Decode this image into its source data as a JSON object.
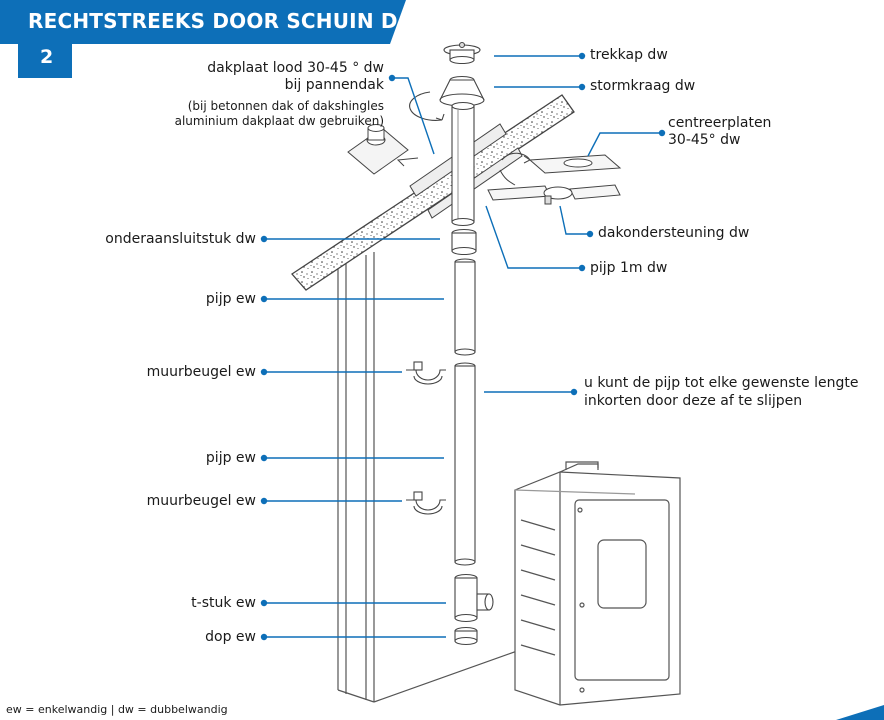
{
  "header": {
    "title": "RECHTSTREEKS DOOR SCHUIN DAK",
    "step": "2"
  },
  "labels": {
    "trekkap": "trekkap dw",
    "stormkraag": "stormkraag dw",
    "centreerplaten_1": "centreerplaten",
    "centreerplaten_2": "30-45° dw",
    "dakondersteuning": "dakondersteuning dw",
    "pijp1m": "pijp 1m dw",
    "dakplaat_1": "dakplaat lood 30-45 ° dw",
    "dakplaat_2": "bij pannendak",
    "dakplaat_note_1": "(bij betonnen dak of dakshingles",
    "dakplaat_note_2": "aluminium dakplaat dw gebruiken)",
    "onderaansluitstuk": "onderaansluitstuk dw",
    "pijp_ew_1": "pijp ew",
    "muurbeugel_1": "muurbeugel ew",
    "pijp_ew_2": "pijp ew",
    "muurbeugel_2": "muurbeugel ew",
    "tstuk": "t-stuk ew",
    "dop": "dop ew",
    "note_1": "u kunt de pijp tot elke gewenste lengte",
    "note_2": "inkorten door deze af te slijpen"
  },
  "footer": "ew =  enkelwandig  |  dw = dubbelwandig",
  "colors": {
    "accent": "#0d6fb8",
    "line": "#4a4a4a",
    "bg": "#ffffff"
  }
}
